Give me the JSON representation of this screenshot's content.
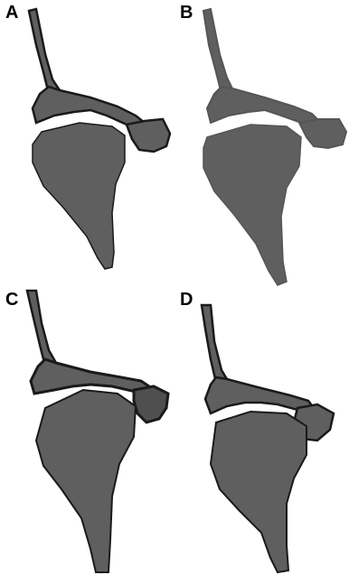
{
  "figure": {
    "colors": {
      "bone": "#5f5f5f",
      "outline": "#1a1a1a",
      "background": "#ffffff"
    },
    "panels": [
      {
        "label": "A",
        "variant": "slender-spine-small-head"
      },
      {
        "label": "B",
        "variant": "faint-outline"
      },
      {
        "label": "C",
        "variant": "dense-texture"
      },
      {
        "label": "D",
        "variant": "broad-head"
      }
    ]
  }
}
